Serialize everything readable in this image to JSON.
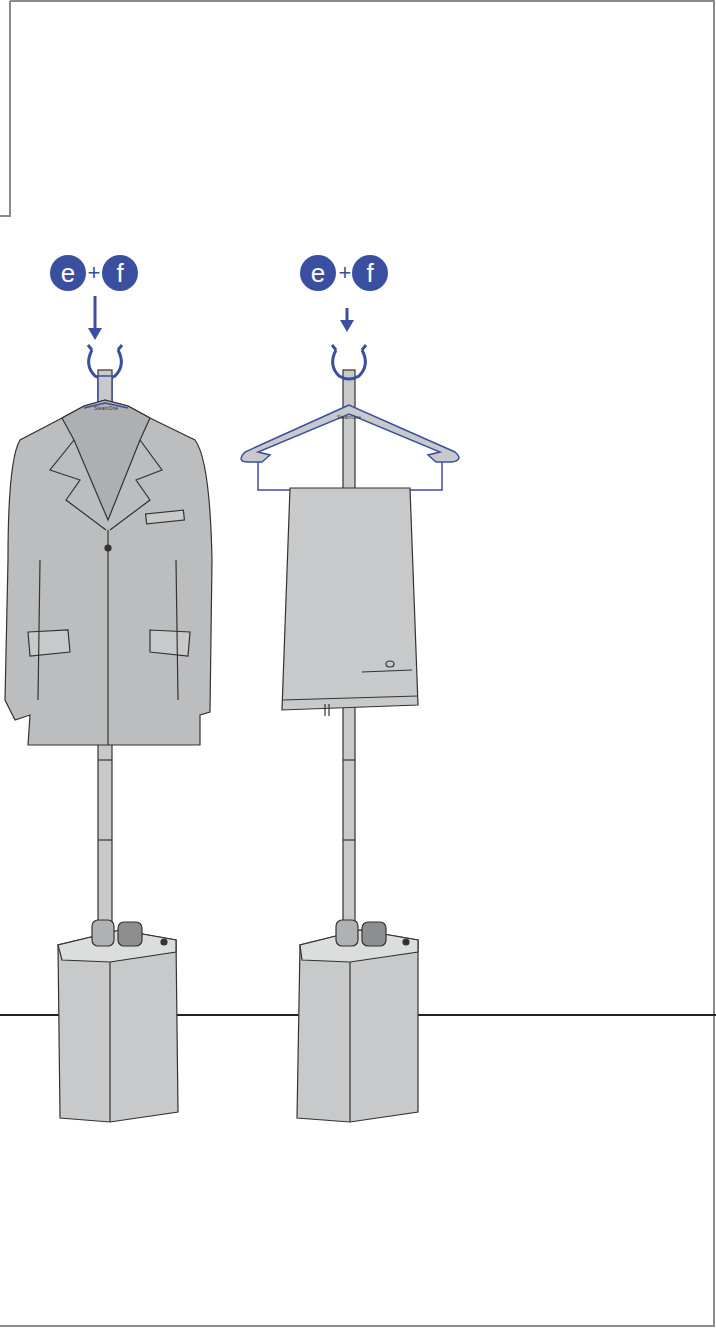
{
  "diagram": {
    "nodes": [
      {
        "text": [
          "e"
        ]
      },
      {
        "text": [
          "f"
        ]
      },
      {
        "text": [
          "e"
        ]
      },
      {
        "text": [
          "f"
        ]
      }
    ],
    "labels": [
      "+",
      "+",
      "SteamOne",
      "SteamOne"
    ]
  }
}
